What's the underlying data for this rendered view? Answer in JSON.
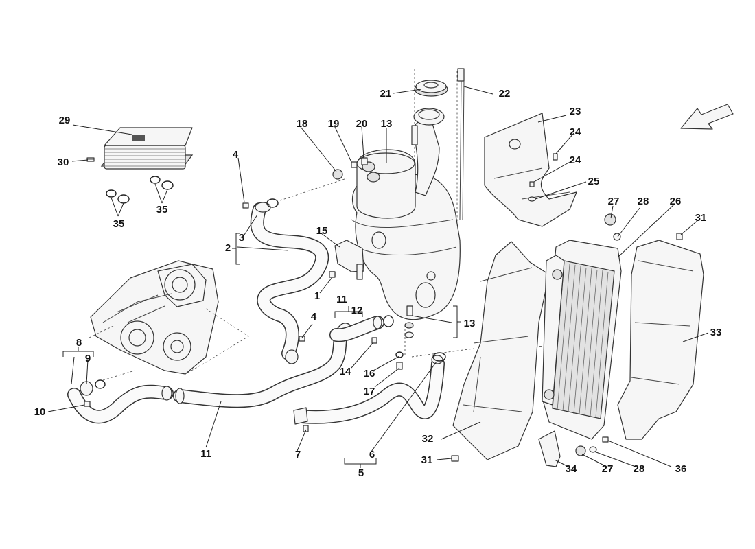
{
  "diagram": {
    "callouts": {
      "c1": "1",
      "c2": "2",
      "c3": "3",
      "c4a": "4",
      "c4b": "4",
      "c5": "5",
      "c6": "6",
      "c7": "7",
      "c8": "8",
      "c9": "9",
      "c10": "10",
      "c11a": "11",
      "c11b": "11",
      "c12": "12",
      "c13a": "13",
      "c13b": "13",
      "c14": "14",
      "c15": "15",
      "c16": "16",
      "c17": "17",
      "c18": "18",
      "c19": "19",
      "c20": "20",
      "c21": "21",
      "c22": "22",
      "c23": "23",
      "c24a": "24",
      "c24b": "24",
      "c25": "25",
      "c26": "26",
      "c27a": "27",
      "c27b": "27",
      "c28a": "28",
      "c28b": "28",
      "c29": "29",
      "c30": "30",
      "c31a": "31",
      "c31b": "31",
      "c32": "32",
      "c33": "33",
      "c34": "34",
      "c35a": "35",
      "c35b": "35",
      "c36": "36"
    },
    "direction_arrow": "arrow-icon"
  }
}
